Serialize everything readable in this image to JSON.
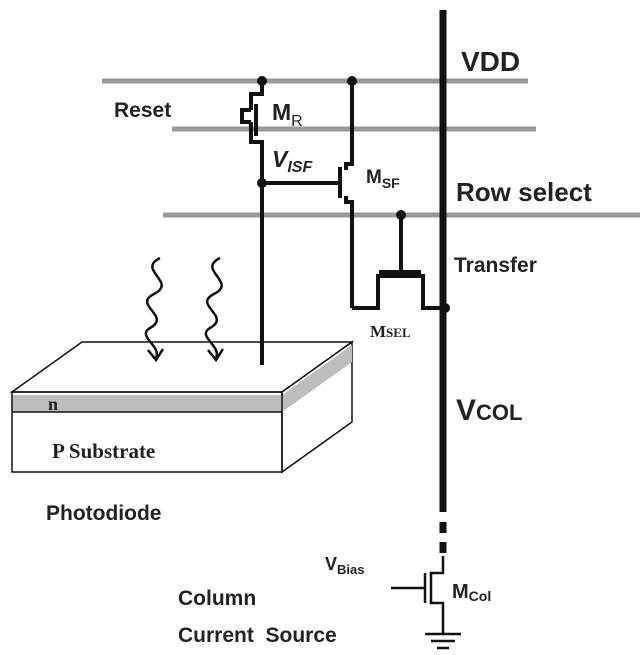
{
  "labels": {
    "vdd": "VDD",
    "reset": "Reset",
    "m_r": "M",
    "m_r_sub": "R",
    "v_isf": "V",
    "v_isf_sub": "ISF",
    "m_sf": "M",
    "m_sf_sub": "SF",
    "row_select": "Row select",
    "transfer": "Transfer",
    "m_sel": "M",
    "m_sel_sub": "SEL",
    "v_col": "V",
    "v_col_sub": "COL",
    "n_region": "n",
    "p_substrate": "P Substrate",
    "photodiode": "Photodiode",
    "v_bias": "V",
    "v_bias_sub": "Bias",
    "m_col": "M",
    "m_col_sub": "Col",
    "column": "Column",
    "current_source": "Current  Source"
  },
  "colors": {
    "wire": "#111111",
    "rail": "#999999",
    "n_layer": "#bdbdbd",
    "text": "#222222"
  }
}
